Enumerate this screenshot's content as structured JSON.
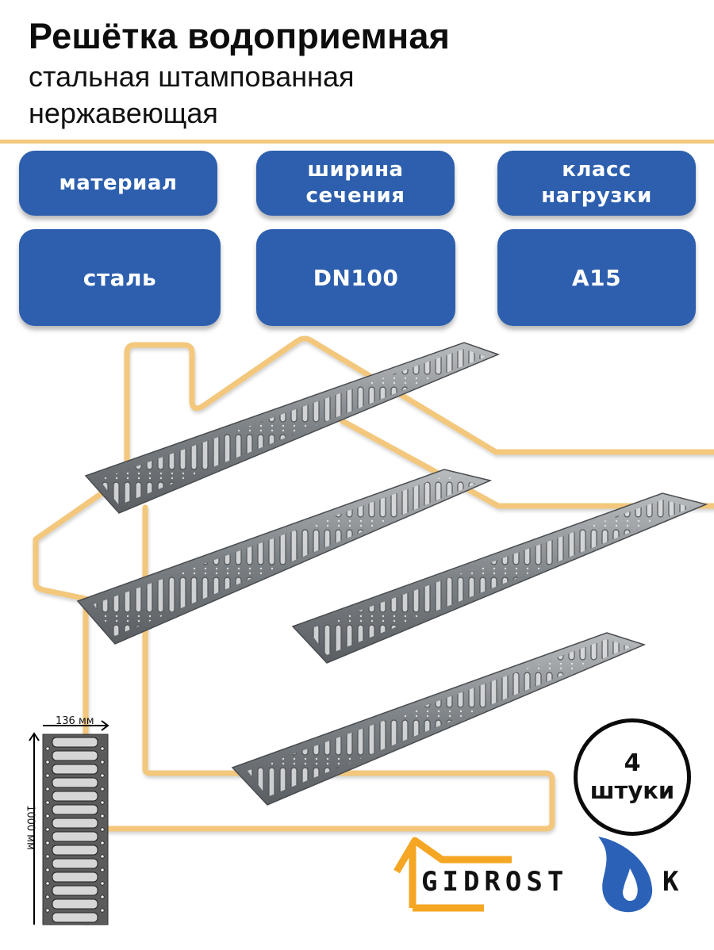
{
  "header": {
    "title": "Решётка водоприемная",
    "subtitle_line1": "стальная штампованная",
    "subtitle_line2": "нержавеющая"
  },
  "specs": [
    {
      "label_line1": "материал",
      "label_line2": "",
      "value": "сталь"
    },
    {
      "label_line1": "ширина",
      "label_line2": "сечения",
      "value": "DN100"
    },
    {
      "label_line1": "класс",
      "label_line2": "нагрузки",
      "value": "A15"
    }
  ],
  "quantity_badge": {
    "number": "4",
    "unit": "штуки"
  },
  "dimensions": {
    "width": "136 мм",
    "length": "1000 мм"
  },
  "brand": {
    "name_left": "GIDROST",
    "name_right": "K"
  },
  "colors": {
    "card_blue": "#2d5fae",
    "accent_orange": "#f3c77c",
    "logo_orange": "#f5a623",
    "logo_blue": "#2b62b8"
  }
}
